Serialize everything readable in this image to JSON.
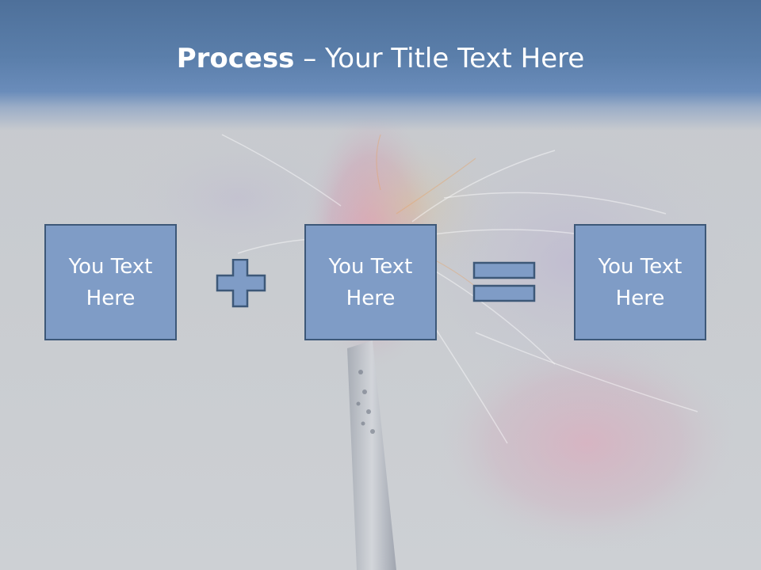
{
  "title": {
    "bold": "Process",
    "rest": " – Your Title Text Here"
  },
  "boxes": [
    {
      "text": "You Text\nHere"
    },
    {
      "text": "You Text\nHere"
    },
    {
      "text": "You Text\nHere"
    }
  ],
  "colors": {
    "title_band": "#5b7fab",
    "box_fill": "#7f9cc6",
    "box_border": "#3d5878",
    "background": "#c9ccd0"
  },
  "icons": [
    "plus-icon",
    "equals-icon"
  ]
}
